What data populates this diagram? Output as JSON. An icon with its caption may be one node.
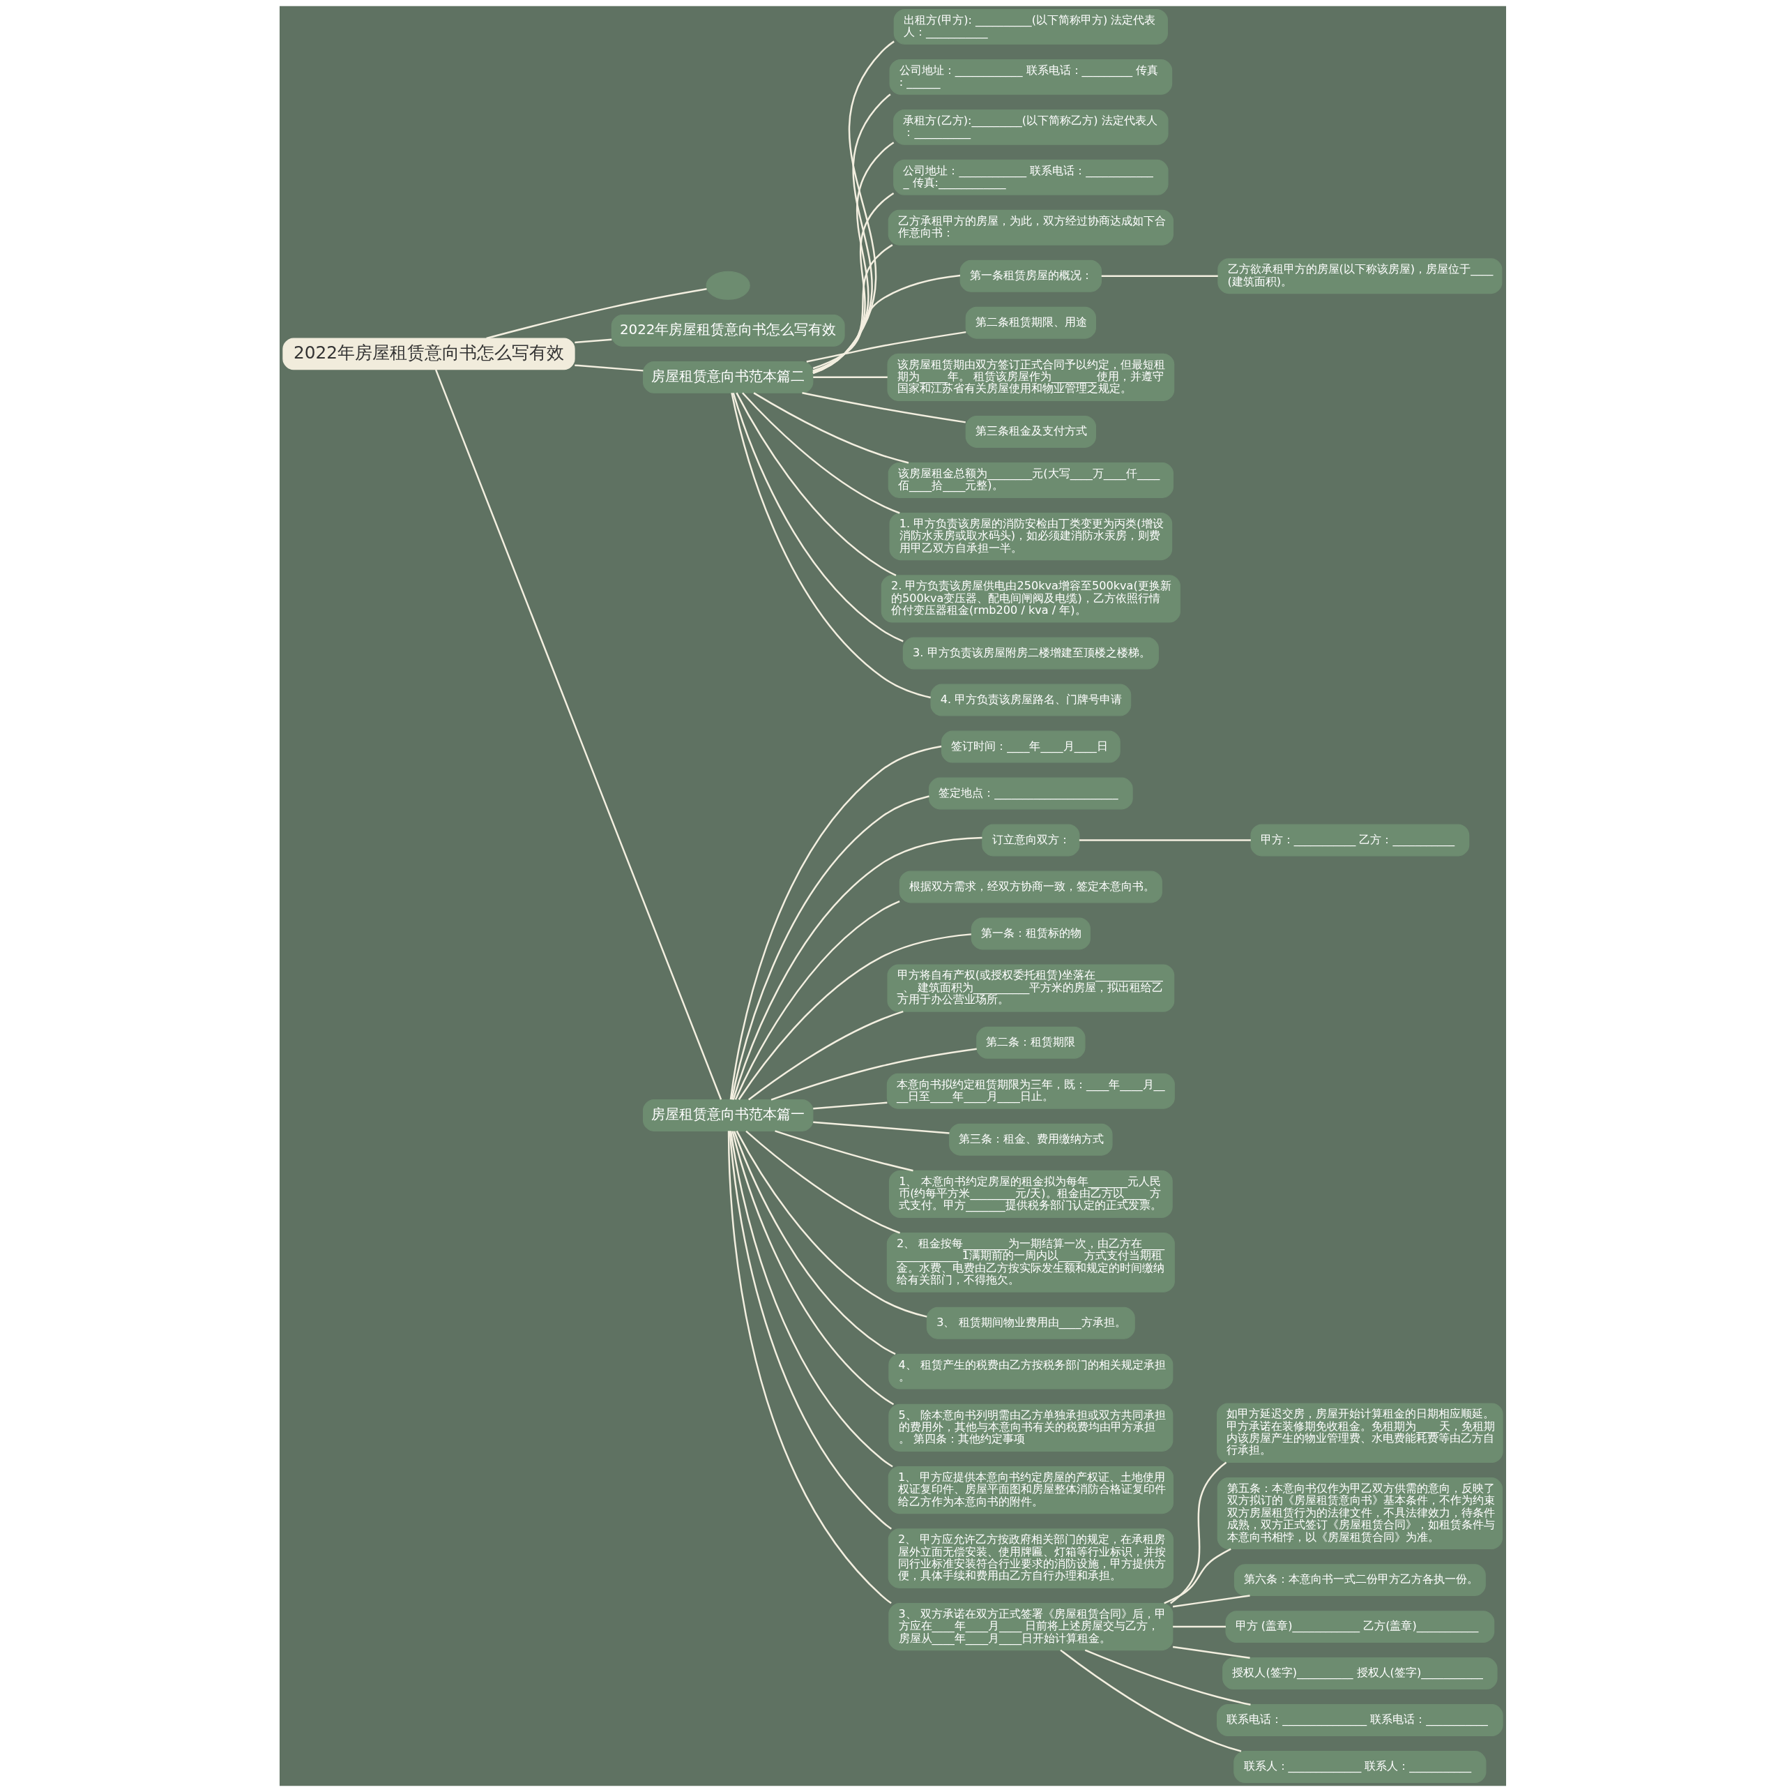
{
  "diagram": {
    "nodes": [
      {
        "text": [
          "2022年房屋租赁意向书怎么写有效"
        ]
      },
      {
        "text": [],
        "shape": "circle"
      },
      {
        "text": [
          "2022年房屋租赁意向书怎么写有效"
        ]
      },
      {
        "text": [
          "房屋租赁意向书范本篇二"
        ]
      },
      {
        "text": [
          "出租方(甲方): __________(以下简称甲方) 法定代表人：___________"
        ]
      },
      {
        "text": [
          "公司地址：____________ 联系电话：_________ 传真: ______"
        ]
      },
      {
        "text": [
          "承租方(乙方):_________(以下简称乙方) 法定代表人：__________"
        ]
      },
      {
        "text": [
          "公司地址：____________ 联系电话：_____________ 传真:____________"
        ]
      },
      {
        "text": [
          "乙方承租甲方的房屋，为此，双方经过协商达成如下合作意向书："
        ]
      },
      {
        "text": [
          "第一条租赁房屋的概况："
        ]
      },
      {
        "text": [
          "乙方欲承租甲方的房屋(以下称该房屋)，房屋位于____(建筑面积)。"
        ]
      },
      {
        "text": [
          "第二条租赁期限、用途"
        ]
      },
      {
        "text": [
          "该房屋租赁期由双方签订正式合同予以约定，但最短租期为_____年。 租赁该房屋作为________使用，并遵守国家和江苏省有关房屋使用和物业管理之规定。"
        ]
      },
      {
        "text": [
          "第三条租金及支付方式"
        ]
      },
      {
        "text": [
          "该房屋租金总额为________元(大写____万____仟____佰____拾____元整)。"
        ]
      },
      {
        "text": [
          "1. 甲方负责该房屋的消防安检由丁类变更为丙类(增设消防水汞房或取水码头)，如必须建消防水汞房，则费用甲乙双方自承担一半。"
        ]
      },
      {
        "text": [
          "2. 甲方负责该房屋供电由250kva增容至500kva(更换新的500kva变压器、配电间闸阀及电缆)，乙方依照行情价付变压器租金(rmb200 / kva / 年)。"
        ]
      },
      {
        "text": [
          "3. 甲方负责该房屋附房二楼增建至顶楼之楼梯。"
        ]
      },
      {
        "text": [
          "4. 甲方负责该房屋路名、门牌号申请"
        ]
      },
      {
        "text": [
          "房屋租赁意向书范本篇一"
        ]
      },
      {
        "text": [
          "签订时间：____年____月____日"
        ]
      },
      {
        "text": [
          "签定地点：______________________"
        ]
      },
      {
        "text": [
          "订立意向双方："
        ]
      },
      {
        "text": [
          "甲方：___________ 乙方：___________"
        ]
      },
      {
        "text": [
          "根据双方需求，经双方协商一致，签定本意向书。"
        ]
      },
      {
        "text": [
          "第一条：租赁标的物"
        ]
      },
      {
        "text": [
          "甲方将自有产权(或授权委托租赁)坐落在_____________、 建筑面积为__________平方米的房屋，拟出租给乙方用于办公营业场所。"
        ]
      },
      {
        "text": [
          "第二条：租赁期限"
        ]
      },
      {
        "text": [
          "本意向书拟约定租赁期限为三年，既：____年____月____日至____年____月____日止。"
        ]
      },
      {
        "text": [
          "第三条：租金、费用缴纳方式"
        ]
      },
      {
        "text": [
          "1、 本意向书约定房屋的租金拟为每年_______元人民币(约每平方米________元/天)。租金由乙方以____ 方式支付。甲方_______提供税务部门认定的正式发票。"
        ]
      },
      {
        "text": [
          "2、 租金按每________为一期结算一次，由乙方在_______________ 1满期前的一周内以____ 方式支付当期租金。水费、电费由乙方按实际发生额和规定的时间缴纳给有关部门，不得拖欠。"
        ]
      },
      {
        "text": [
          "3、 租赁期间物业费用由____方承担。"
        ]
      },
      {
        "text": [
          "4、 租赁产生的税费由乙方按税务部门的相关规定承担。"
        ]
      },
      {
        "text": [
          "5、 除本意向书列明需由乙方单独承担或双方共同承担的费用外，其他与本意向书有关的税费均由甲方承担。 第四条：其他约定事项"
        ]
      },
      {
        "text": [
          "1、 甲方应提供本意向书约定房屋的产权证、土地使用权证复印件、房屋平面图和房屋整体消防合格证复印件给乙方作为本意向书的附件。"
        ]
      },
      {
        "text": [
          "2、 甲方应允许乙方按政府相关部门的规定，在承租房屋外立面无偿安装、使用牌匾、灯箱等行业标识，并按同行业标准安装符合行业要求的消防设施，甲方提供方便，具体手续和费用由乙方自行办理和承担。"
        ]
      },
      {
        "text": [
          "3、 双方承诺在双方正式签署《房屋租赁合同》后，甲方应在____年____月____ 日前将上述房屋交与乙方，房屋从____年____月____日开始计算租金。"
        ]
      },
      {
        "text": [
          "如甲方延迟交房，房屋开始计算租金的日期相应顺延。甲方承诺在装修期免收租金。免租期为____天，免租期内该房屋产生的物业管理费、水电费能耗费等由乙方自行承担。"
        ]
      },
      {
        "text": [
          "第五条：本意向书仅作为甲乙双方供需的意向，反映了双方拟订的《房屋租赁意向书》基本条件，不作为约束双方房屋租赁行为的法律文件，不具法律效力，待条件成熟，双方正式签订《房屋租赁合同》，如租赁条件与本意向书相悖，以《房屋租赁合同》为准。"
        ]
      },
      {
        "text": [
          "第六条：本意向书一式二份甲方乙方各执一份。"
        ]
      },
      {
        "text": [
          "甲方 (盖章)____________ 乙方(盖章)___________"
        ]
      },
      {
        "text": [
          "授权人(签字)__________ 授权人(签字)___________"
        ]
      },
      {
        "text": [
          "联系电话：_______________ 联系电话：___________"
        ]
      },
      {
        "text": [
          "联系人：_____________ 联系人：___________"
        ]
      }
    ],
    "edges": [
      {
        "from": 0,
        "to": 1,
        "arrow": "none"
      },
      {
        "from": 0,
        "to": 2,
        "arrow": "none"
      },
      {
        "from": 0,
        "to": 3,
        "arrow": "none"
      },
      {
        "from": 0,
        "to": 19,
        "arrow": "none"
      },
      {
        "from": 3,
        "to": 4,
        "arrow": "none"
      },
      {
        "from": 3,
        "to": 5,
        "arrow": "none"
      },
      {
        "from": 3,
        "to": 6,
        "arrow": "none"
      },
      {
        "from": 3,
        "to": 7,
        "arrow": "none"
      },
      {
        "from": 3,
        "to": 8,
        "arrow": "none"
      },
      {
        "from": 3,
        "to": 9,
        "arrow": "none"
      },
      {
        "from": 9,
        "to": 10,
        "arrow": "none"
      },
      {
        "from": 3,
        "to": 11,
        "arrow": "none"
      },
      {
        "from": 3,
        "to": 12,
        "arrow": "none"
      },
      {
        "from": 3,
        "to": 13,
        "arrow": "none"
      },
      {
        "from": 3,
        "to": 14,
        "arrow": "none"
      },
      {
        "from": 3,
        "to": 15,
        "arrow": "none"
      },
      {
        "from": 3,
        "to": 16,
        "arrow": "none"
      },
      {
        "from": 3,
        "to": 17,
        "arrow": "none"
      },
      {
        "from": 3,
        "to": 18,
        "arrow": "none"
      },
      {
        "from": 19,
        "to": 20,
        "arrow": "none"
      },
      {
        "from": 19,
        "to": 21,
        "arrow": "none"
      },
      {
        "from": 19,
        "to": 22,
        "arrow": "none"
      },
      {
        "from": 22,
        "to": 23,
        "arrow": "none"
      },
      {
        "from": 19,
        "to": 24,
        "arrow": "none"
      },
      {
        "from": 19,
        "to": 25,
        "arrow": "none"
      },
      {
        "from": 19,
        "to": 26,
        "arrow": "none"
      },
      {
        "from": 19,
        "to": 27,
        "arrow": "none"
      },
      {
        "from": 19,
        "to": 28,
        "arrow": "none"
      },
      {
        "from": 19,
        "to": 29,
        "arrow": "none"
      },
      {
        "from": 19,
        "to": 30,
        "arrow": "none"
      },
      {
        "from": 19,
        "to": 31,
        "arrow": "none"
      },
      {
        "from": 19,
        "to": 32,
        "arrow": "none"
      },
      {
        "from": 19,
        "to": 33,
        "arrow": "none"
      },
      {
        "from": 19,
        "to": 34,
        "arrow": "none"
      },
      {
        "from": 19,
        "to": 35,
        "arrow": "none"
      },
      {
        "from": 19,
        "to": 36,
        "arrow": "none"
      },
      {
        "from": 19,
        "to": 37,
        "arrow": "none"
      },
      {
        "from": 37,
        "to": 38,
        "arrow": "none"
      },
      {
        "from": 37,
        "to": 39,
        "arrow": "none"
      },
      {
        "from": 37,
        "to": 40,
        "arrow": "none"
      },
      {
        "from": 37,
        "to": 41,
        "arrow": "none"
      },
      {
        "from": 37,
        "to": 42,
        "arrow": "none"
      },
      {
        "from": 37,
        "to": 43,
        "arrow": "none"
      },
      {
        "from": 37,
        "to": 44,
        "arrow": "none"
      }
    ]
  }
}
